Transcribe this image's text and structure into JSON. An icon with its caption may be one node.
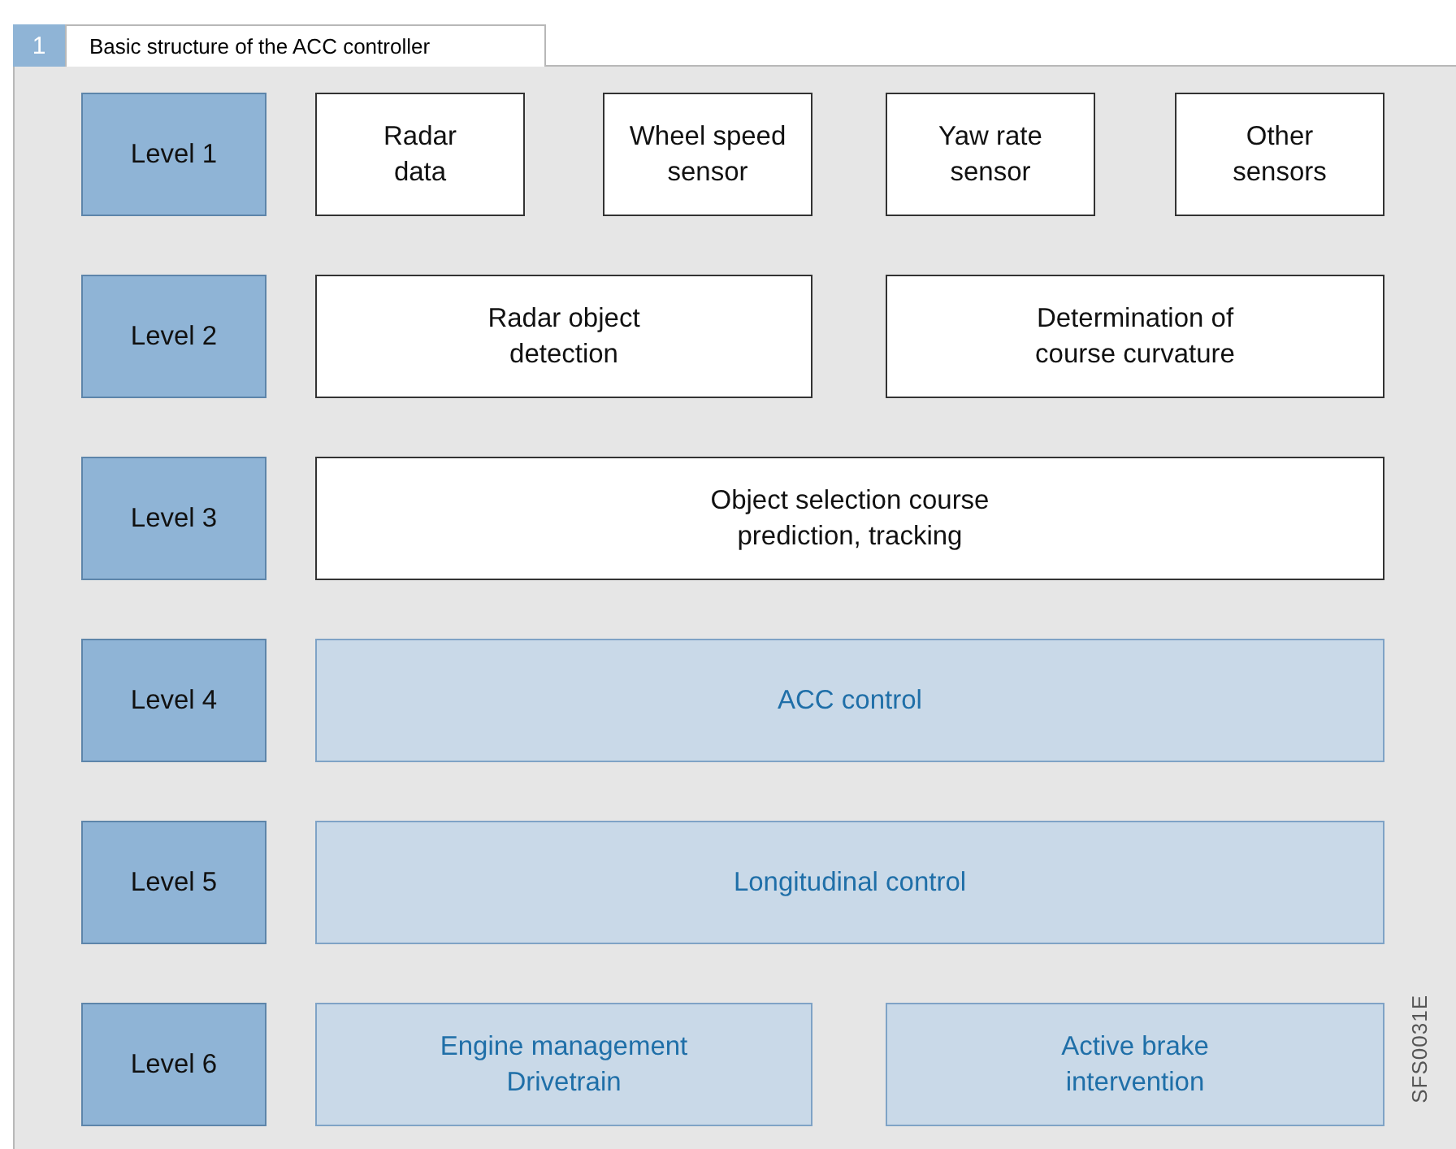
{
  "diagram": {
    "title": "Basic structure of the ACC controller",
    "nodes": [
      {
        "text": [
          "Level 1"
        ]
      },
      {
        "text": [
          "Radar data"
        ]
      },
      {
        "text": [
          "Wheel speed sensor"
        ]
      },
      {
        "text": [
          "Yaw rate sensor"
        ]
      },
      {
        "text": [
          "Other sensors"
        ]
      },
      {
        "text": [
          "Level 2"
        ]
      },
      {
        "text": [
          "Radar object detection"
        ]
      },
      {
        "text": [
          "Determination of course curvature"
        ]
      },
      {
        "text": [
          "Level 3"
        ]
      },
      {
        "text": [
          "Object selection course prediction, tracking"
        ]
      },
      {
        "text": [
          "Level 4"
        ]
      },
      {
        "text": [
          "ACC control"
        ]
      },
      {
        "text": [
          "Level 5"
        ]
      },
      {
        "text": [
          "Longitudinal control"
        ]
      },
      {
        "text": [
          "Level 6"
        ]
      },
      {
        "text": [
          "Engine management Drivetrain"
        ]
      },
      {
        "text": [
          "Active brake intervention"
        ]
      }
    ],
    "edges": [],
    "labels": [
      "1",
      "SFS0031E"
    ]
  }
}
